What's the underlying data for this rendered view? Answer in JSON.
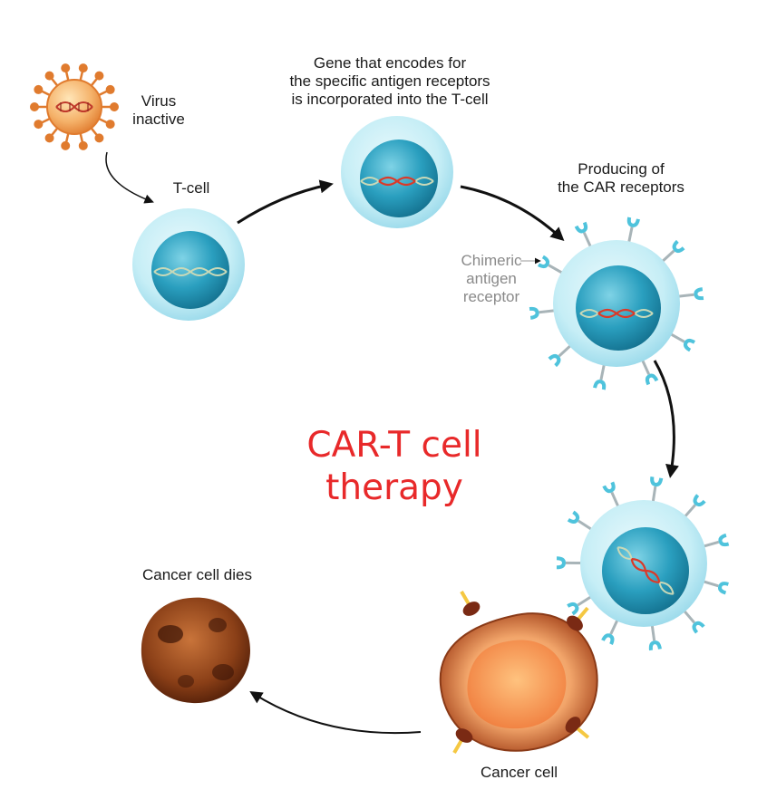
{
  "title": "CAR-T cell\ntherapy",
  "labels": {
    "virus": "Virus\ninactive",
    "tcell": "T-cell",
    "gene": "Gene that encodes for\nthe specific antigen receptors\nis incorporated into the T-cell",
    "producing": "Producing of\nthe CAR receptors",
    "chimeric": "Chimeric\nantigen\nreceptor",
    "cancer_dies": "Cancer cell dies",
    "cancer_cell": "Cancer cell"
  },
  "colors": {
    "title": "#e8292a",
    "nucleus": "#2a9fbf",
    "cytoplasm": "#c6eef6",
    "receptor": "#4fc3dc",
    "cancer": "#d97a45",
    "dead_cell": "#7a3a1a",
    "virus": "#e8883a"
  }
}
